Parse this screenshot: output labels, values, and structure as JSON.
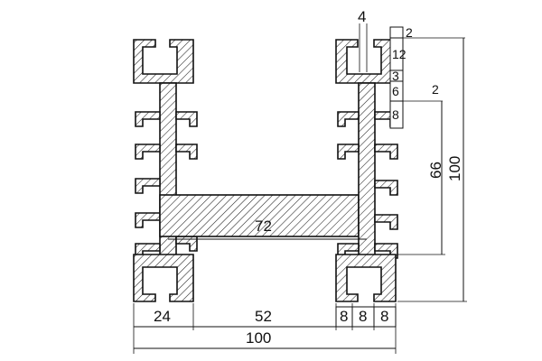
{
  "drawing": {
    "title": "",
    "dimensions": {
      "top_gap": "4",
      "right_stack": [
        "2",
        "12",
        "3",
        "6",
        "8"
      ],
      "right_side_2": "2",
      "height_66": "66",
      "height_100": "100",
      "web_72": "72",
      "bottom_24": "24",
      "bottom_52": "52",
      "bottom_8a": "8",
      "bottom_8b": "8",
      "bottom_8c": "8",
      "overall_100": "100"
    }
  }
}
